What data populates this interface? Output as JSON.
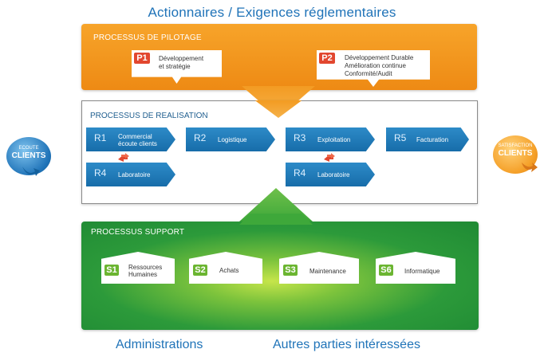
{
  "header": {
    "title": "Actionnaires  / Exigences réglementaires"
  },
  "pilotage": {
    "title": "PROCESSUS DE PILOTAGE",
    "items": [
      {
        "code": "P1",
        "lines": [
          "Développement",
          "et stratégie"
        ]
      },
      {
        "code": "P2",
        "lines": [
          "Développement Durable",
          "Amélioration continue",
          "Conformité/Audit"
        ]
      }
    ]
  },
  "realisation": {
    "title": "PROCESSUS DE REALISATION",
    "items": [
      {
        "code": "R1",
        "lines": [
          "Commercial",
          "écoute clients"
        ]
      },
      {
        "code": "R2",
        "lines": [
          "Logistique"
        ]
      },
      {
        "code": "R3",
        "lines": [
          "Exploitation"
        ]
      },
      {
        "code": "R5",
        "lines": [
          "Facturation"
        ]
      },
      {
        "code": "R4",
        "lines": [
          "Laboratoire"
        ]
      },
      {
        "code": "R4",
        "lines": [
          "Laboratoire"
        ]
      }
    ]
  },
  "clients": {
    "left": {
      "small": "ECOUTE",
      "big": "CLIENTS"
    },
    "right": {
      "small": "SATISFACTION",
      "big": "CLIENTS"
    }
  },
  "support": {
    "title": "PROCESSUS SUPPORT",
    "items": [
      {
        "code": "S1",
        "lines": [
          "Ressources",
          "Humaines"
        ]
      },
      {
        "code": "S2",
        "lines": [
          "Achats"
        ]
      },
      {
        "code": "S3",
        "lines": [
          "Maintenance"
        ]
      },
      {
        "code": "S6",
        "lines": [
          "Informatique"
        ]
      }
    ]
  },
  "footer": {
    "left": "Administrations",
    "right": "Autres parties intéressées"
  },
  "colors": {
    "orange": "#f39b22",
    "blue": "#1f73b8",
    "green": "#2c9a3a",
    "badge_red": "#e2472f",
    "badge_green": "#6bb531"
  }
}
